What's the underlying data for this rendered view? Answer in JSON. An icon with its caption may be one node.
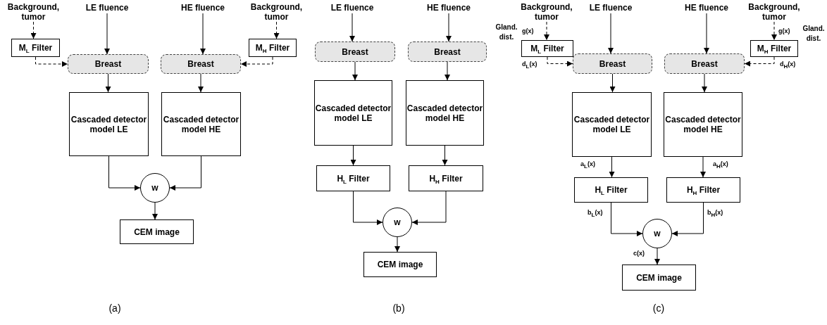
{
  "diagram": {
    "nodes": [
      {
        "text": [
          "Background, tumor"
        ]
      },
      {
        "text": [
          "M$_{L}$ Filter"
        ]
      },
      {
        "text": [
          "LE fluence"
        ]
      },
      {
        "text": [
          "Breast"
        ]
      },
      {
        "text": [
          "HE fluence"
        ]
      },
      {
        "text": [
          "Breast"
        ]
      },
      {
        "text": [
          "Background, tumor"
        ]
      },
      {
        "text": [
          "M$_{H}$ Filter"
        ]
      },
      {
        "text": [
          "Cascaded detector model LE"
        ]
      },
      {
        "text": [
          "Cascaded detector model HE"
        ]
      },
      {
        "text": [
          "w"
        ]
      },
      {
        "text": [
          "CEM image"
        ]
      },
      {
        "text": [
          "LE fluence"
        ]
      },
      {
        "text": [
          "HE fluence"
        ]
      },
      {
        "text": [
          "Breast"
        ]
      },
      {
        "text": [
          "Breast"
        ]
      },
      {
        "text": [
          "Cascaded detector model LE"
        ]
      },
      {
        "text": [
          "Cascaded detector model HE"
        ]
      },
      {
        "text": [
          "H$_{L}$ Filter"
        ]
      },
      {
        "text": [
          "H$_{H}$ Filter"
        ]
      },
      {
        "text": [
          "w"
        ]
      },
      {
        "text": [
          "CEM image"
        ]
      },
      {
        "text": [
          "Background, tumor"
        ]
      },
      {
        "text": [
          "M$_{L}$ Filter"
        ]
      },
      {
        "text": [
          "LE fluence"
        ]
      },
      {
        "text": [
          "HE fluence"
        ]
      },
      {
        "text": [
          "Background, tumor"
        ]
      },
      {
        "text": [
          "M$_{H}$ Filter"
        ]
      },
      {
        "text": [
          "Breast"
        ]
      },
      {
        "text": [
          "Breast"
        ]
      },
      {
        "text": [
          "Cascaded detector model LE"
        ]
      },
      {
        "text": [
          "Cascaded detector model HE"
        ]
      },
      {
        "text": [
          "H$_{L}$ Filter"
        ]
      },
      {
        "text": [
          "H$_{H}$ Filter"
        ]
      },
      {
        "text": [
          "w"
        ]
      },
      {
        "text": [
          "CEM image"
        ]
      }
    ],
    "edges": [
      {
        "from": 0,
        "to": 1,
        "arrow": "to",
        "style": "dashed"
      },
      {
        "from": 1,
        "to": 3,
        "arrow": "to",
        "style": "dashed"
      },
      {
        "from": 2,
        "to": 3,
        "arrow": "to"
      },
      {
        "from": 4,
        "to": 5,
        "arrow": "to"
      },
      {
        "from": 6,
        "to": 7,
        "arrow": "to",
        "style": "dashed"
      },
      {
        "from": 7,
        "to": 5,
        "arrow": "to",
        "style": "dashed"
      },
      {
        "from": 3,
        "to": 8,
        "arrow": "to"
      },
      {
        "from": 5,
        "to": 9,
        "arrow": "to"
      },
      {
        "from": 8,
        "to": 10,
        "arrow": "to"
      },
      {
        "from": 9,
        "to": 10,
        "arrow": "to"
      },
      {
        "from": 10,
        "to": 11,
        "arrow": "to"
      },
      {
        "from": 12,
        "to": 14,
        "arrow": "to"
      },
      {
        "from": 13,
        "to": 15,
        "arrow": "to"
      },
      {
        "from": 14,
        "to": 16,
        "arrow": "to"
      },
      {
        "from": 15,
        "to": 17,
        "arrow": "to"
      },
      {
        "from": 16,
        "to": 18,
        "arrow": "to"
      },
      {
        "from": 17,
        "to": 19,
        "arrow": "to"
      },
      {
        "from": 18,
        "to": 20,
        "arrow": "to"
      },
      {
        "from": 19,
        "to": 20,
        "arrow": "to"
      },
      {
        "from": 20,
        "to": 21,
        "arrow": "to"
      },
      {
        "from": 22,
        "to": 23,
        "arrow": "to",
        "style": "dashed",
        "label": "g(x)"
      },
      {
        "from": 23,
        "to": 28,
        "arrow": "to",
        "style": "dashed",
        "label": "d$_{L}$(x)"
      },
      {
        "from": 24,
        "to": 28,
        "arrow": "to"
      },
      {
        "from": 25,
        "to": 29,
        "arrow": "to"
      },
      {
        "from": 26,
        "to": 27,
        "arrow": "to",
        "style": "dashed",
        "label": "g(x)"
      },
      {
        "from": 27,
        "to": 29,
        "arrow": "to",
        "style": "dashed",
        "label": "d$_{H}$(x)"
      },
      {
        "from": 28,
        "to": 30,
        "arrow": "to"
      },
      {
        "from": 29,
        "to": 31,
        "arrow": "to"
      },
      {
        "from": 30,
        "to": 32,
        "arrow": "to",
        "label": "a$_{L}$(x)"
      },
      {
        "from": 31,
        "to": 33,
        "arrow": "to",
        "label": "a$_{H}$(x)"
      },
      {
        "from": 32,
        "to": 34,
        "arrow": "to",
        "label": "b$_{L}$(x)"
      },
      {
        "from": 33,
        "to": 34,
        "arrow": "to",
        "label": "b$_{H}$(x)"
      },
      {
        "from": 34,
        "to": 35,
        "arrow": "to",
        "label": "c(x)"
      }
    ],
    "labels": [
      "Gland. dist.",
      "Gland. dist.",
      "(a)",
      "(b)",
      "(c)"
    ]
  }
}
